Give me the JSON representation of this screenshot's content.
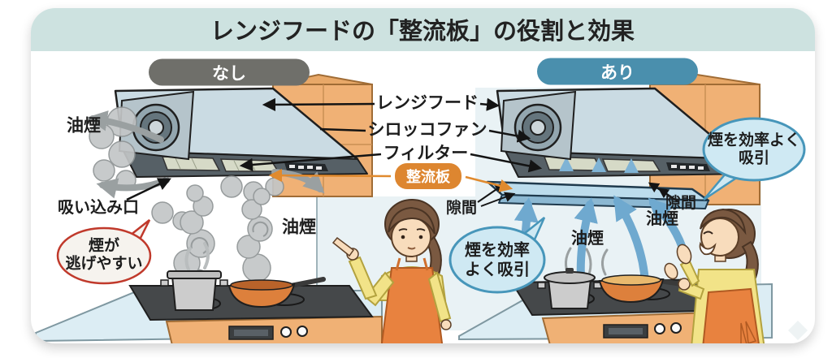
{
  "title": "レンジフードの「整流板」の役割と効果",
  "comparison": {
    "without_badge": "なし",
    "with_badge": "あり"
  },
  "parts": {
    "range_hood": "レンジフード",
    "sirocco_fan": "シロッコファン",
    "filter": "フィルター",
    "baffle_plate": "整流板"
  },
  "left_scene": {
    "oil_smoke_top": "油煙",
    "suction_port": "吸い込み口",
    "oil_smoke_right": "油煙",
    "speech_bubble": {
      "line1": "煙が",
      "line2": "逃げやすい"
    }
  },
  "right_scene": {
    "gap_left": "隙間",
    "gap_right": "隙間",
    "oil_smoke_center": "油煙",
    "oil_smoke_right": "油煙",
    "speech_bubble_bottom": {
      "line1": "煙を効率",
      "line2": "よく吸引"
    },
    "speech_bubble_top": {
      "line1": "煙を効率よく",
      "line2": "吸引"
    }
  },
  "colors": {
    "title_bar": "#cde2e0",
    "badge_without": "#6f6f6a",
    "badge_with": "#4a8fad",
    "baffle_badge": "#dd8630",
    "alert_bubble_border": "#c0392b",
    "info_bubble_fill": "#cfe9f3",
    "info_bubble_border": "#4796ba",
    "airflow_arrow": "#6fa9cf",
    "smoke": "#b9bdbe",
    "cabinet": "#f0b175",
    "hood_body": "#cadbe3",
    "baffle_plate_fill": "#bcdcec"
  }
}
